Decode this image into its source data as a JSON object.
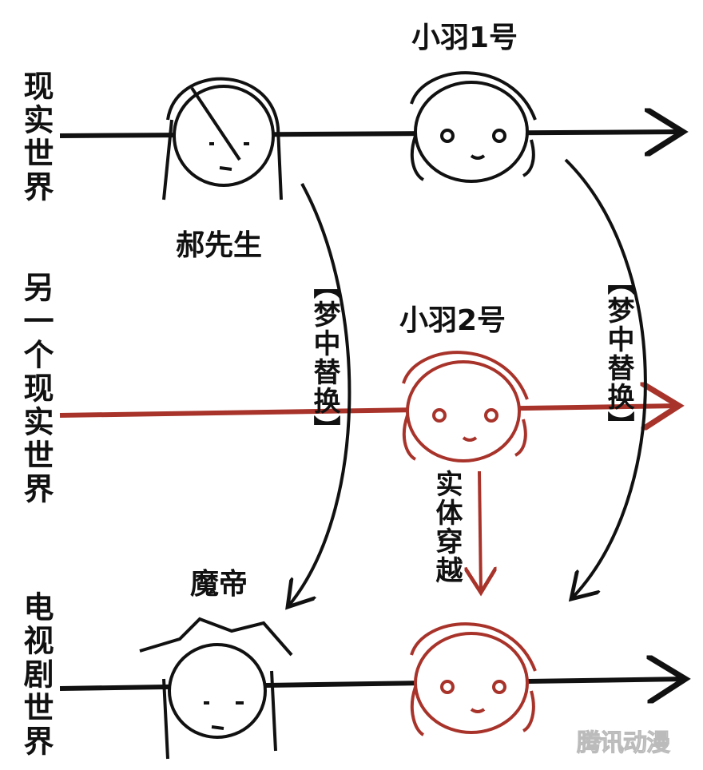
{
  "worlds": {
    "real": "现实世界",
    "other": "另一个现实世界",
    "tv": "电视剧世界"
  },
  "characters": {
    "hao": "郝先生",
    "xiaoyu1": "小羽1号",
    "xiaoyu2": "小羽2号",
    "modi": "魔帝"
  },
  "transitions": {
    "dream_swap_left": "【梦中替换】",
    "dream_swap_right": "【梦中替换】",
    "physical_travel": "实体穿越"
  },
  "watermark": "腾讯动漫",
  "colors": {
    "ink": "#111111",
    "red": "#a8332a"
  }
}
